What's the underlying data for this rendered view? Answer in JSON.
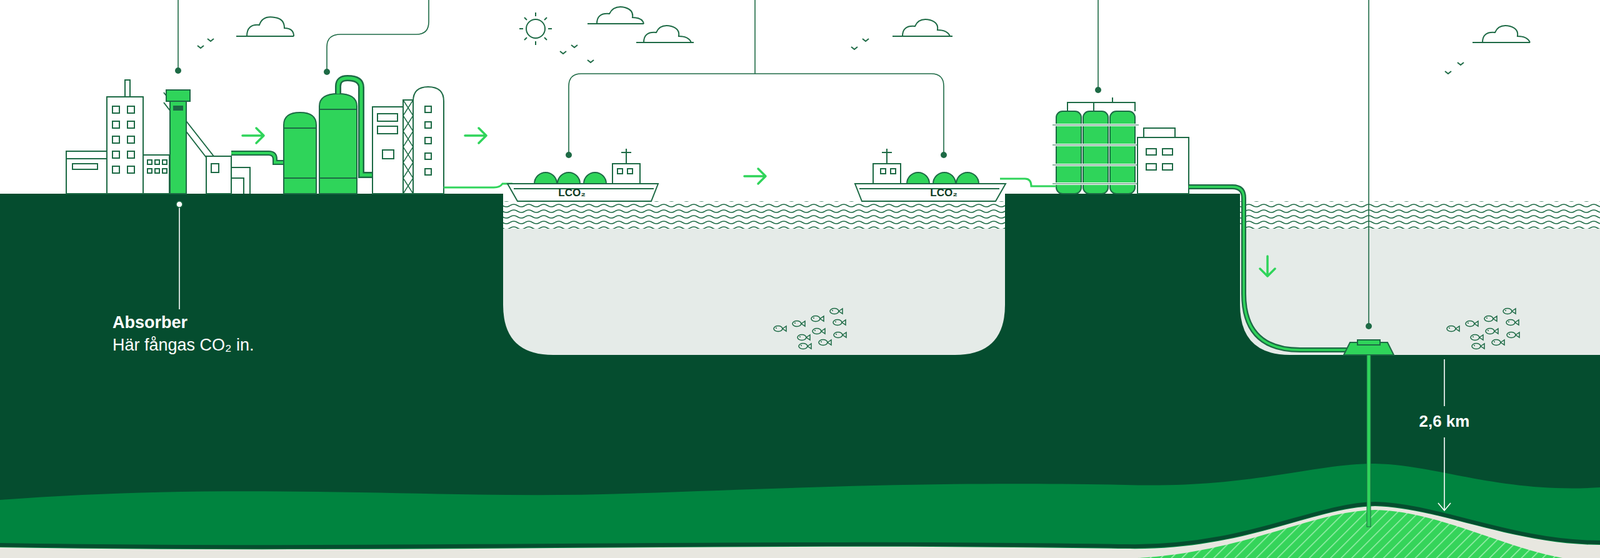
{
  "diagram": {
    "nodes": [
      {
        "text": [
          "LCO₂"
        ]
      },
      {
        "text": [
          "LCO₂"
        ]
      }
    ],
    "labels": [
      "Absorber",
      "Här fångas CO₂ in.",
      "2,6 km"
    ]
  }
}
